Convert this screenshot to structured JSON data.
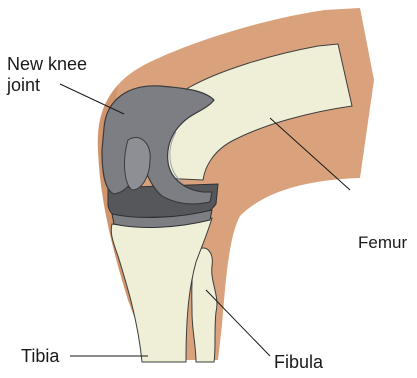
{
  "labels": {
    "knee_line1": "New knee",
    "knee_line2": "joint",
    "femur": "Femur",
    "tibia": "Tibia",
    "fibula": "Fibula"
  },
  "colors": {
    "skin": "#d9a27c",
    "skin_dark": "#c98a5f",
    "bone": "#efefd8",
    "bone_outline": "#3d3d3d",
    "implant_gray": "#7c7e83",
    "implant_dark": "#55575b",
    "text": "#1a1a1a"
  }
}
